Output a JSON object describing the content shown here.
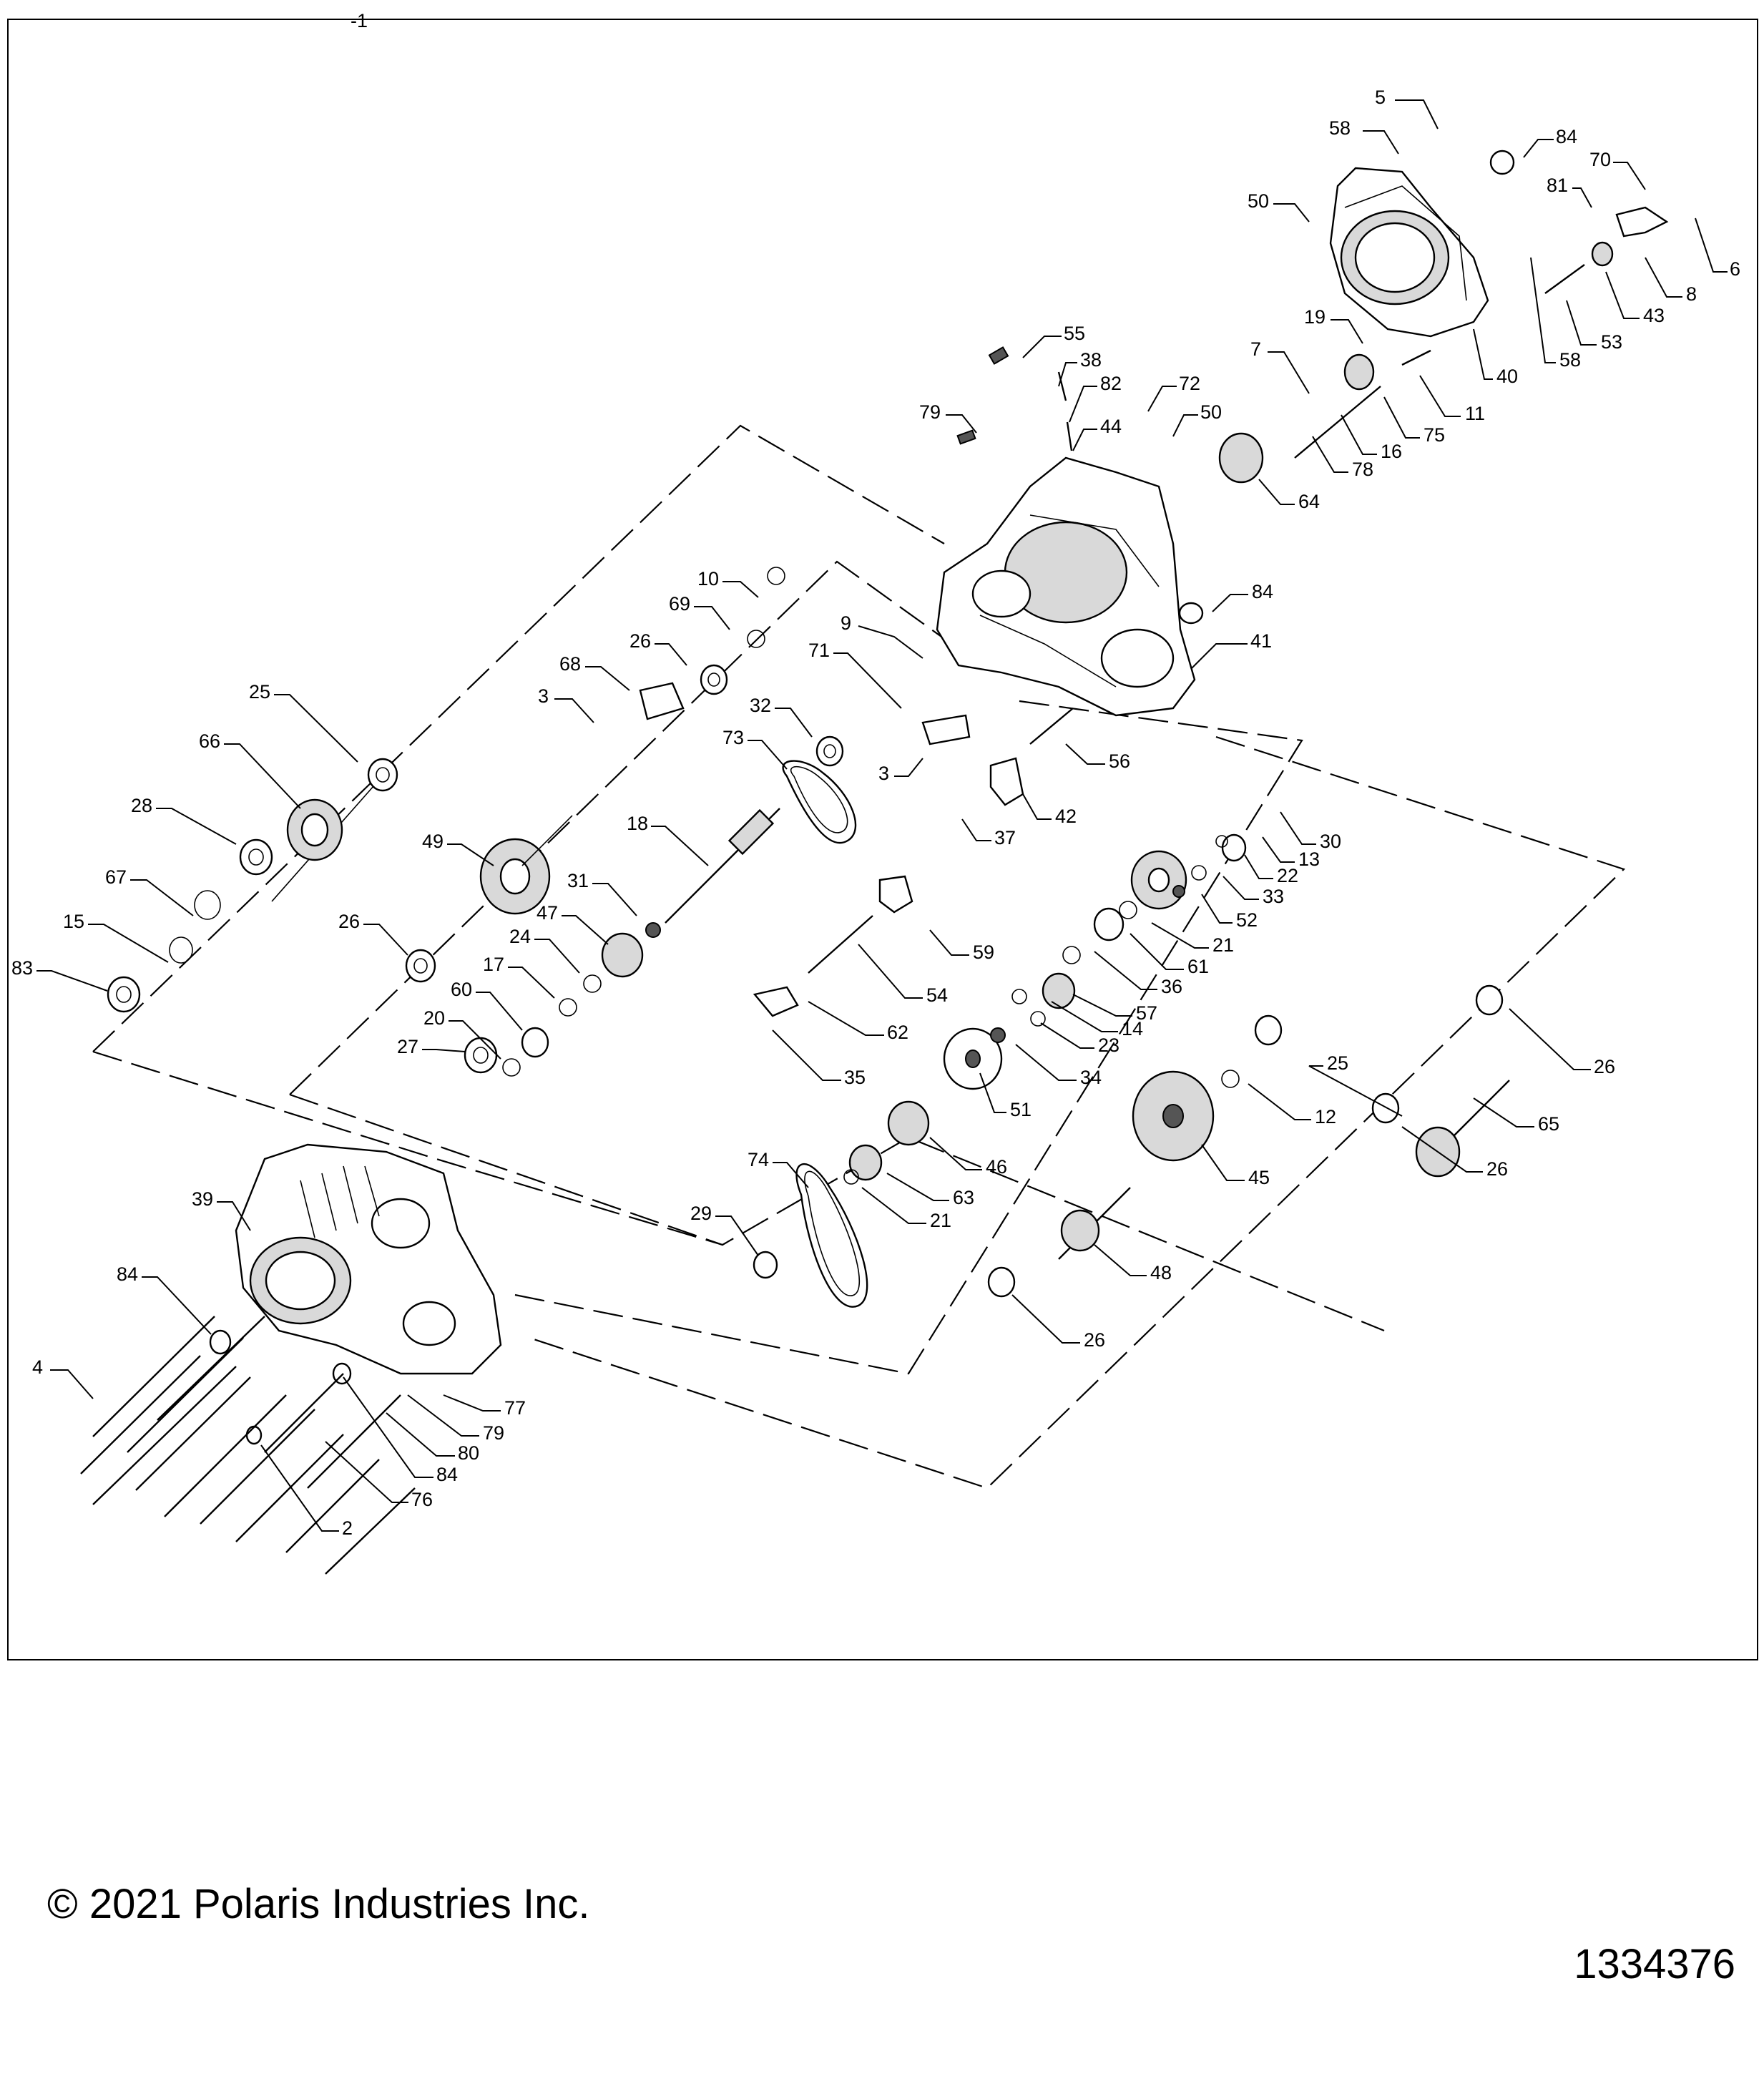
{
  "frame_label": "-1",
  "callouts": [
    "2",
    "3",
    "4",
    "5",
    "6",
    "7",
    "8",
    "9",
    "10",
    "11",
    "12",
    "13",
    "14",
    "15",
    "16",
    "17",
    "18",
    "19",
    "20",
    "21",
    "22",
    "23",
    "24",
    "25",
    "26",
    "27",
    "28",
    "29",
    "30",
    "31",
    "32",
    "33",
    "34",
    "35",
    "36",
    "37",
    "38",
    "39",
    "40",
    "41",
    "42",
    "43",
    "44",
    "45",
    "46",
    "47",
    "48",
    "49",
    "50",
    "51",
    "52",
    "53",
    "54",
    "55",
    "56",
    "57",
    "58",
    "59",
    "60",
    "61",
    "62",
    "63",
    "64",
    "65",
    "66",
    "67",
    "68",
    "69",
    "70",
    "71",
    "72",
    "73",
    "74",
    "75",
    "76",
    "77",
    "78",
    "79",
    "80",
    "81",
    "82",
    "83",
    "84"
  ],
  "copyright": "© 2021 Polaris Industries Inc.",
  "document_number": "1334376"
}
